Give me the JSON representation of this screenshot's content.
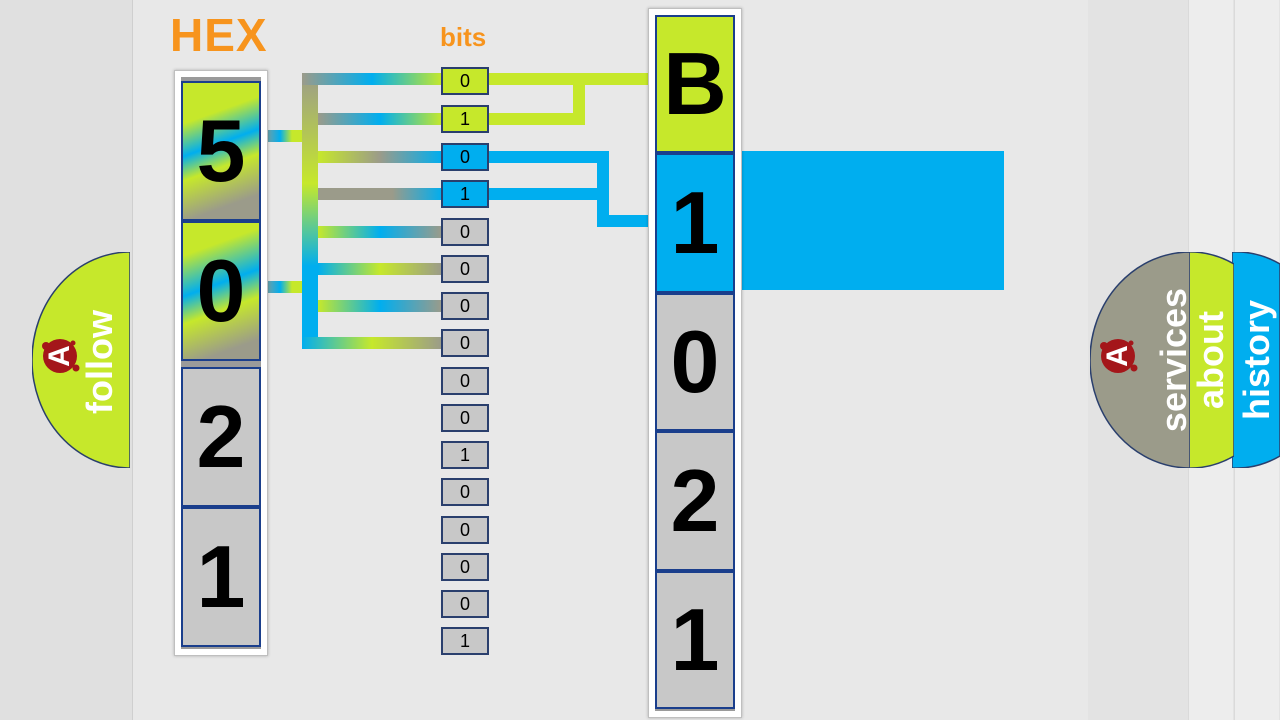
{
  "titles": {
    "hex": "HEX",
    "bits": "bits"
  },
  "hex_digits": [
    "5",
    "0",
    "2",
    "1"
  ],
  "bits": [
    "0",
    "1",
    "0",
    "1",
    "0",
    "0",
    "0",
    "0",
    "0",
    "0",
    "1",
    "0",
    "0",
    "0",
    "0",
    "1"
  ],
  "result_digits": [
    "B",
    "1",
    "0",
    "2",
    "1"
  ],
  "nav": {
    "follow": "follow",
    "services": "services",
    "about": "about",
    "history": "history",
    "logo_letter": "A"
  },
  "colors": {
    "orange": "#f7941d",
    "lime": "#c6e82b",
    "blue": "#00aeef",
    "gray": "#c8c8c8",
    "wire_gray": "#9b9b8a"
  }
}
